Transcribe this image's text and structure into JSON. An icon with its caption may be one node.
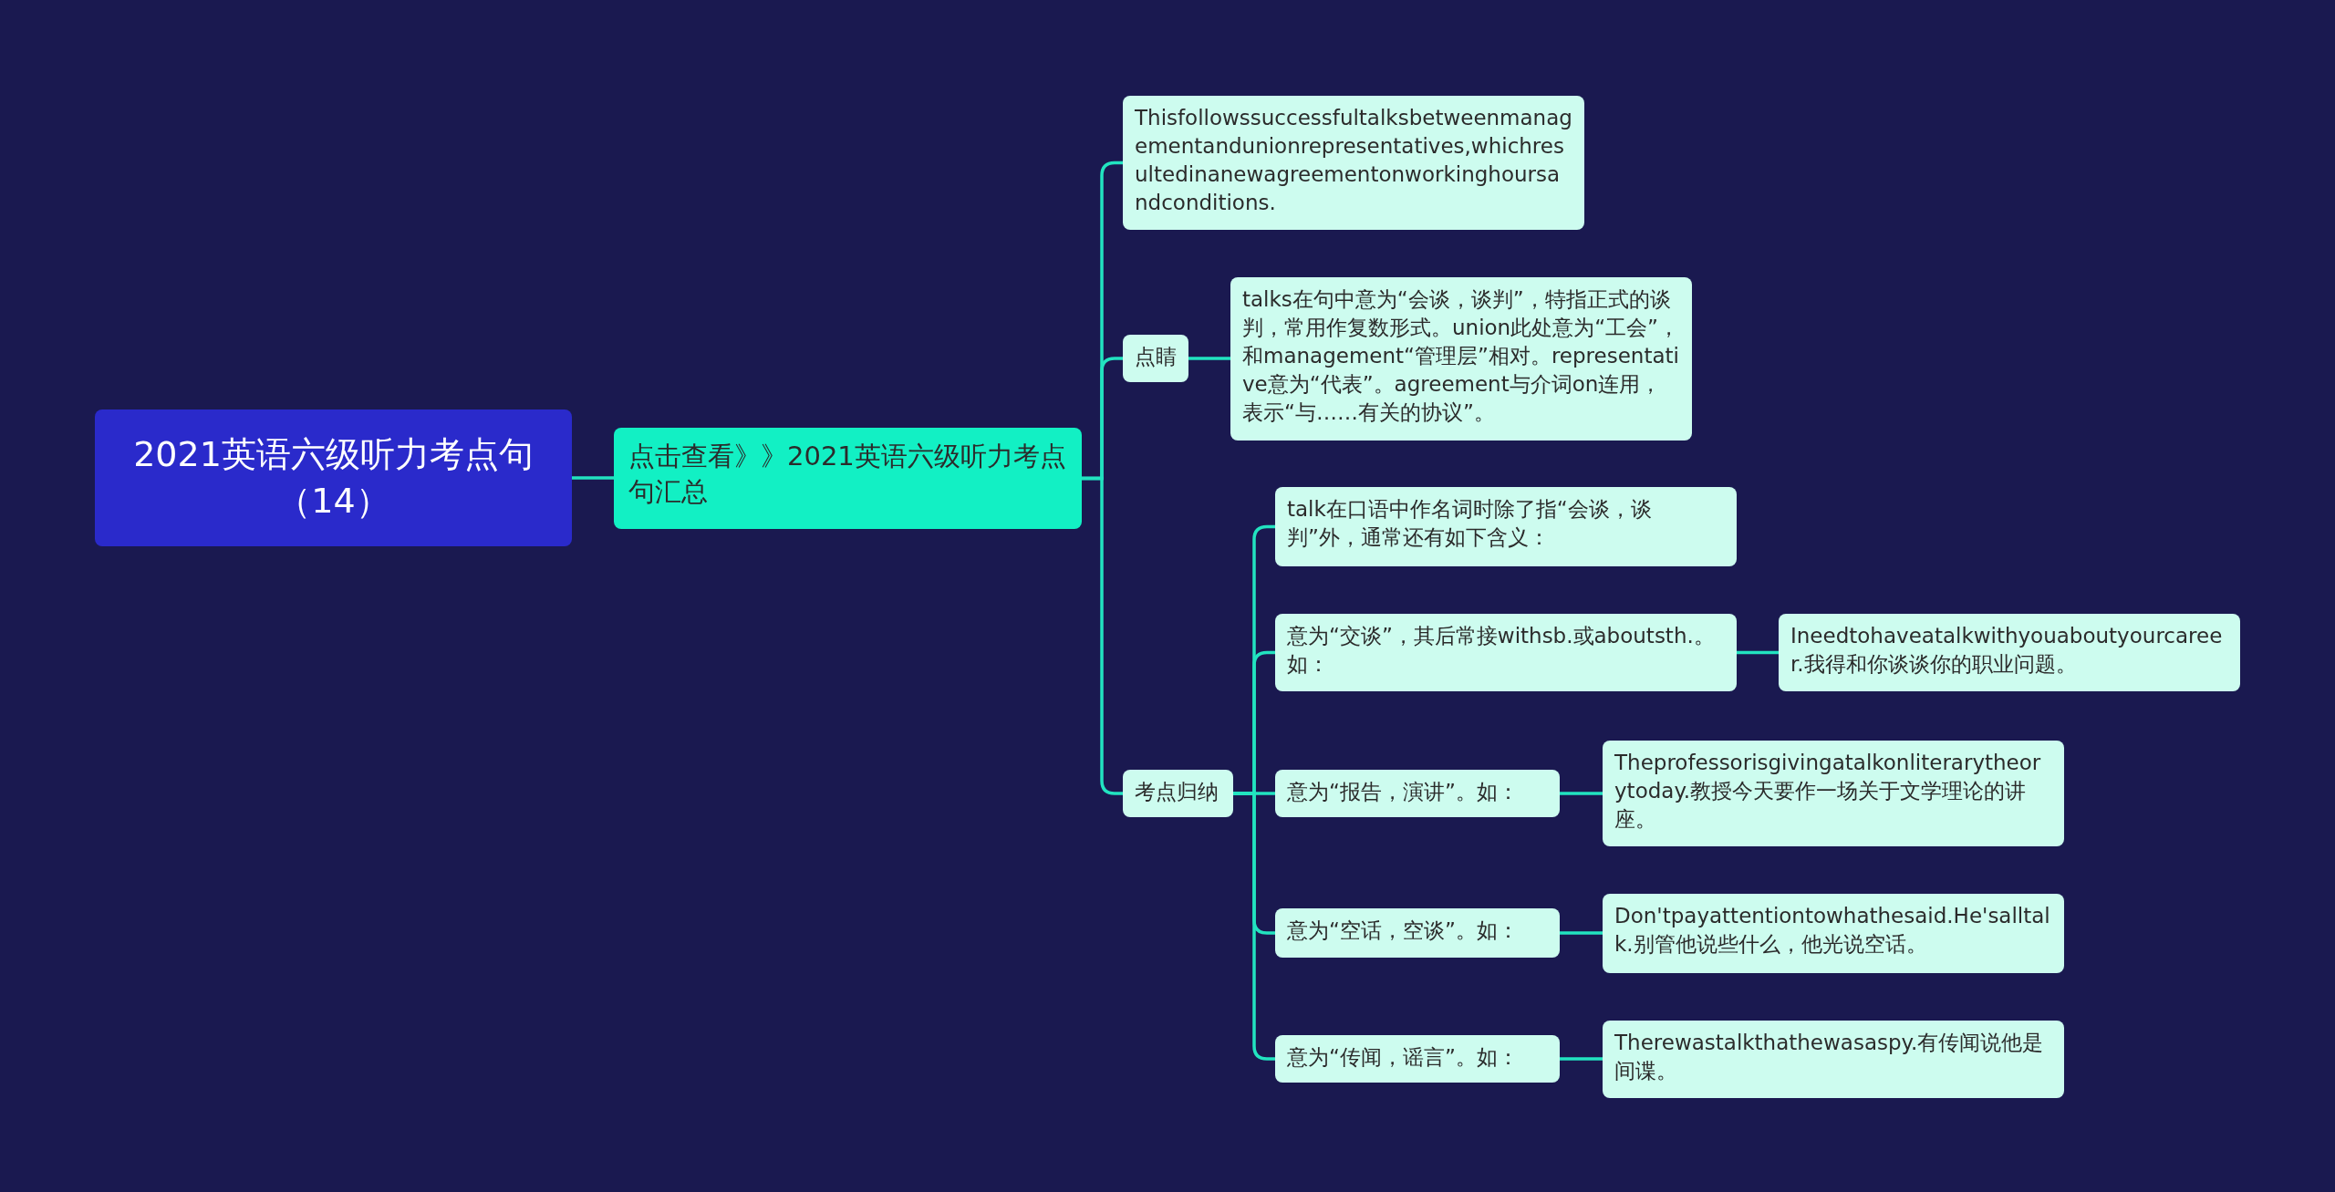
{
  "diagram": {
    "nodes": [
      {
        "text": [
          "2021英语六级听力考点句（14）"
        ]
      },
      {
        "text": [
          "点击查看》》2021英语六级听力考点句汇总"
        ]
      },
      {
        "text": [
          "Thisfollowssuccessfultalksbetweenmanagementandunionrepresentatives,whichresultedinanewagreementonworkinghoursandconditions."
        ]
      },
      {
        "text": [
          "点睛"
        ]
      },
      {
        "text": [
          "talks在句中意为“会谈，谈判”，特指正式的谈判，常用作复数形式。union此处意为“工会”，和management“管理层”相对。representative意为“代表”。agreement与介词on连用，表示“与……有关的协议”。"
        ]
      },
      {
        "text": [
          "考点归纳"
        ]
      },
      {
        "text": [
          "talk在口语中作名词时除了指“会谈，谈判”外，通常还有如下含义："
        ]
      },
      {
        "text": [
          "意为“交谈”，其后常接withsb.或aboutsth.。如："
        ]
      },
      {
        "text": [
          "Ineedtohaveatalkwithyouaboutyourcareer.我得和你谈谈你的职业问题。"
        ]
      },
      {
        "text": [
          "意为“报告，演讲”。如："
        ]
      },
      {
        "text": [
          "Theprofessorisgivingatalkonliterarytheorytoday.教授今天要作一场关于文学理论的讲座。"
        ]
      },
      {
        "text": [
          "意为“空话，空谈”。如："
        ]
      },
      {
        "text": [
          "Don'tpayattentiontowhathesaid.He'salltalk.别管他说些什么，他光说空话。"
        ]
      },
      {
        "text": [
          "意为“传闻，谣言”。如："
        ]
      },
      {
        "text": [
          "Therewastalkthathewasaspy.有传闻说他是间谍。"
        ]
      }
    ],
    "edges": [
      {
        "from": 0,
        "to": 1,
        "arrow": "none"
      },
      {
        "from": 1,
        "to": 2,
        "arrow": "none"
      },
      {
        "from": 1,
        "to": 3,
        "arrow": "none"
      },
      {
        "from": 1,
        "to": 5,
        "arrow": "none"
      },
      {
        "from": 3,
        "to": 4,
        "arrow": "none"
      },
      {
        "from": 5,
        "to": 6,
        "arrow": "none"
      },
      {
        "from": 5,
        "to": 7,
        "arrow": "none"
      },
      {
        "from": 5,
        "to": 9,
        "arrow": "none"
      },
      {
        "from": 5,
        "to": 11,
        "arrow": "none"
      },
      {
        "from": 5,
        "to": 13,
        "arrow": "none"
      },
      {
        "from": 7,
        "to": 8,
        "arrow": "none"
      },
      {
        "from": 9,
        "to": 10,
        "arrow": "none"
      },
      {
        "from": 11,
        "to": 12,
        "arrow": "none"
      },
      {
        "from": 13,
        "to": 14,
        "arrow": "none"
      }
    ]
  }
}
